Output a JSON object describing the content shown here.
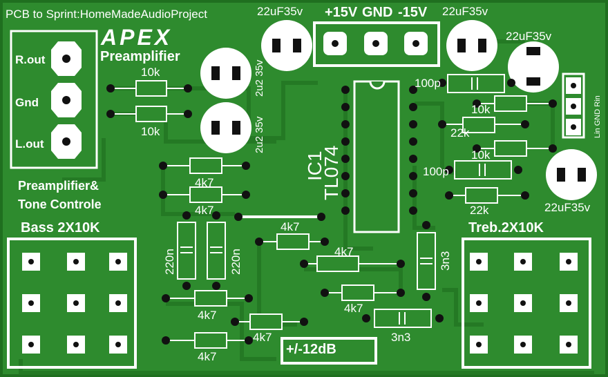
{
  "title": "PCB to Sprint:HomeMadeAudioProject",
  "brand": "APEX",
  "section_preamp": "Preamplifier",
  "section_preamp_tone_1": "Preamplifier&",
  "section_preamp_tone_2": "Tone Controle",
  "bass_label": "Bass 2X10K",
  "treb_label": "Treb.2X10K",
  "output_connector": {
    "r": "R.out",
    "g": "Gnd",
    "l": "L.out"
  },
  "power_labels": {
    "pos": "+15V",
    "gnd": "GND",
    "neg": "-15V"
  },
  "input_connector": "Lin GND Rin",
  "ic": {
    "ref": "IC1",
    "part": "TL074"
  },
  "gain_label": "+/-12dB",
  "caps": {
    "c_22u": "22uF35v",
    "c_2u2": "2u2 35v",
    "c_100p": "100p",
    "c_220n": "220n",
    "c_3n3": "3n3"
  },
  "resistors": {
    "r10k": "10k",
    "r22k": "22k",
    "r4k7": "4k7"
  },
  "colors": {
    "board": "#2e8b2e",
    "trace": "#1f6f1f",
    "silk": "#ffffff",
    "pad": "#111111"
  }
}
